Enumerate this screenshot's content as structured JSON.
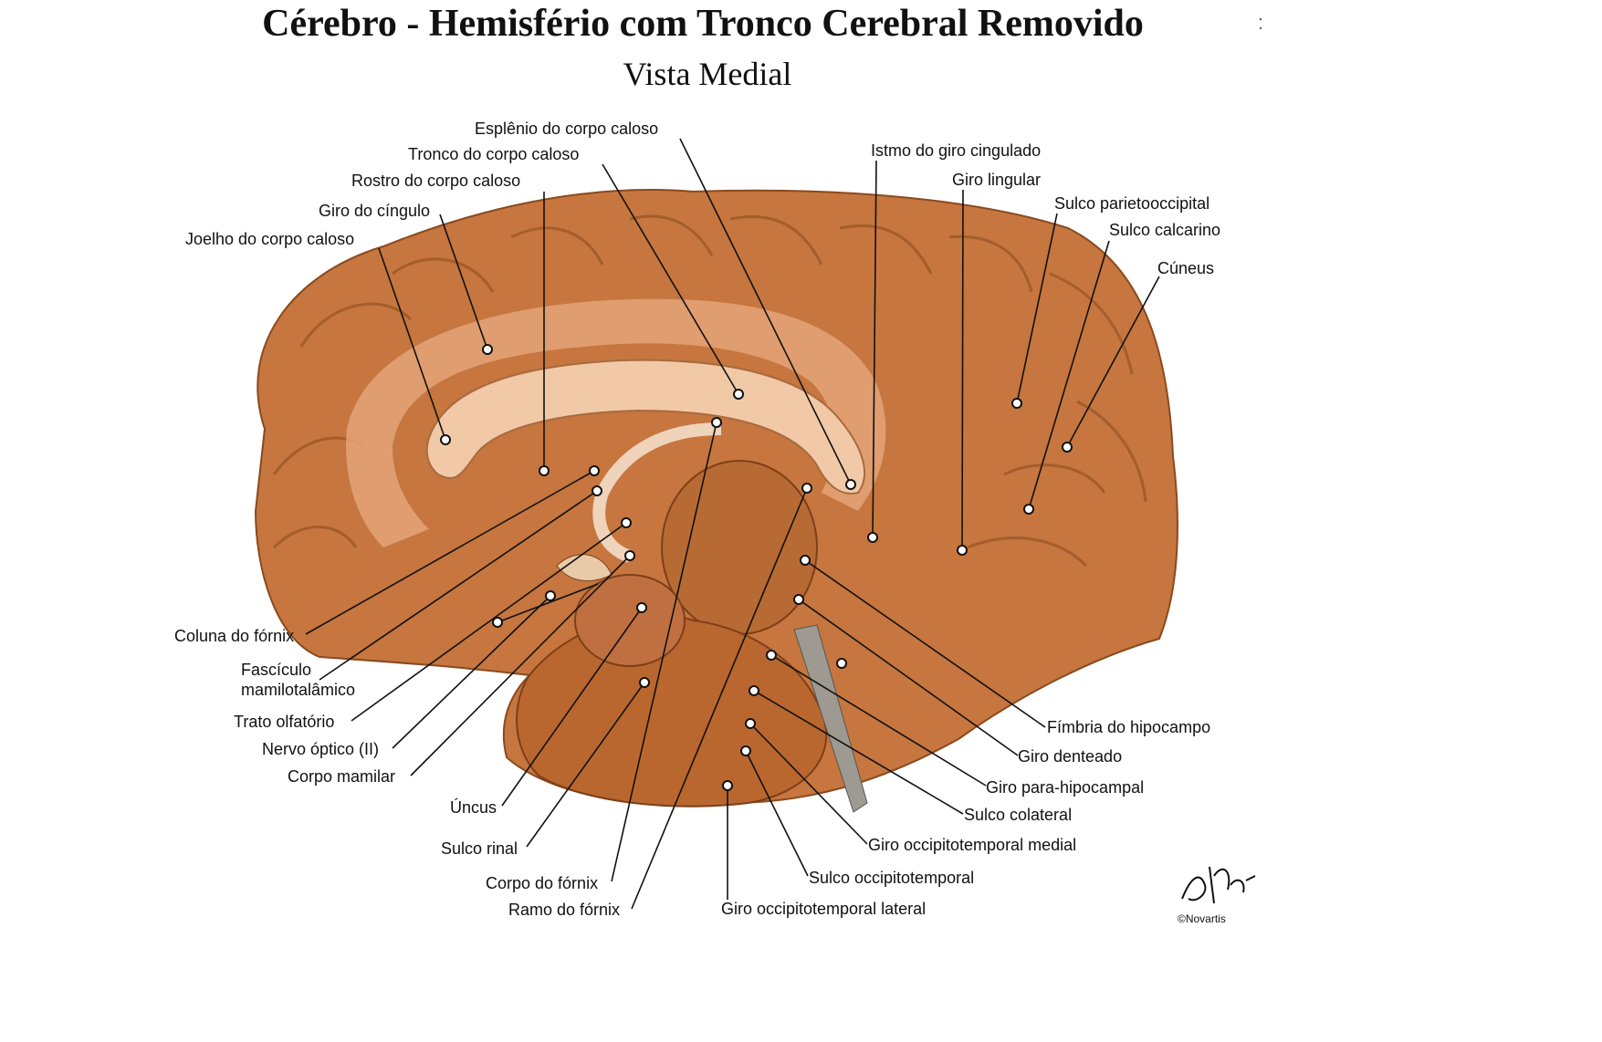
{
  "title": "Cérebro - Hemisfério com Tronco Cerebral Removido",
  "subtitle": "Vista Medial",
  "stray_mark": ":",
  "colors": {
    "brain_outer": "#c6763e",
    "brain_light": "#e3a579",
    "callosum": "#f1c9a7",
    "thalamus": "#b86a34",
    "temporal": "#b9672f",
    "fornix": "#efd3bb",
    "line": "#111111"
  },
  "labels_top": [
    "Esplênio do corpo caloso",
    "Tronco do corpo caloso",
    "Rostro do corpo caloso",
    "Giro do cíngulo",
    "Joelho do corpo caloso",
    "Istmo do giro cingulado",
    "Giro lingular",
    "Sulco parietooccipital",
    "Sulco calcarino",
    "Cúneus"
  ],
  "labels_left": [
    "Coluna do fórnix",
    "Fascículo\nmamilotalâmico",
    "Trato olfatório",
    "Nervo óptico (II)",
    "Corpo mamilar"
  ],
  "labels_bottom": [
    "Úncus",
    "Sulco rinal",
    "Corpo do fórnix",
    "Ramo do fórnix",
    "Giro occipitotemporal lateral",
    "Sulco occipitotemporal",
    "Giro occipitotemporal medial",
    "Sulco colateral",
    "Giro para-hipocampal",
    "Giro denteado",
    "Fímbria do hipocampo"
  ],
  "signature_icon": "signature-icon",
  "copyright": "©Novartis"
}
